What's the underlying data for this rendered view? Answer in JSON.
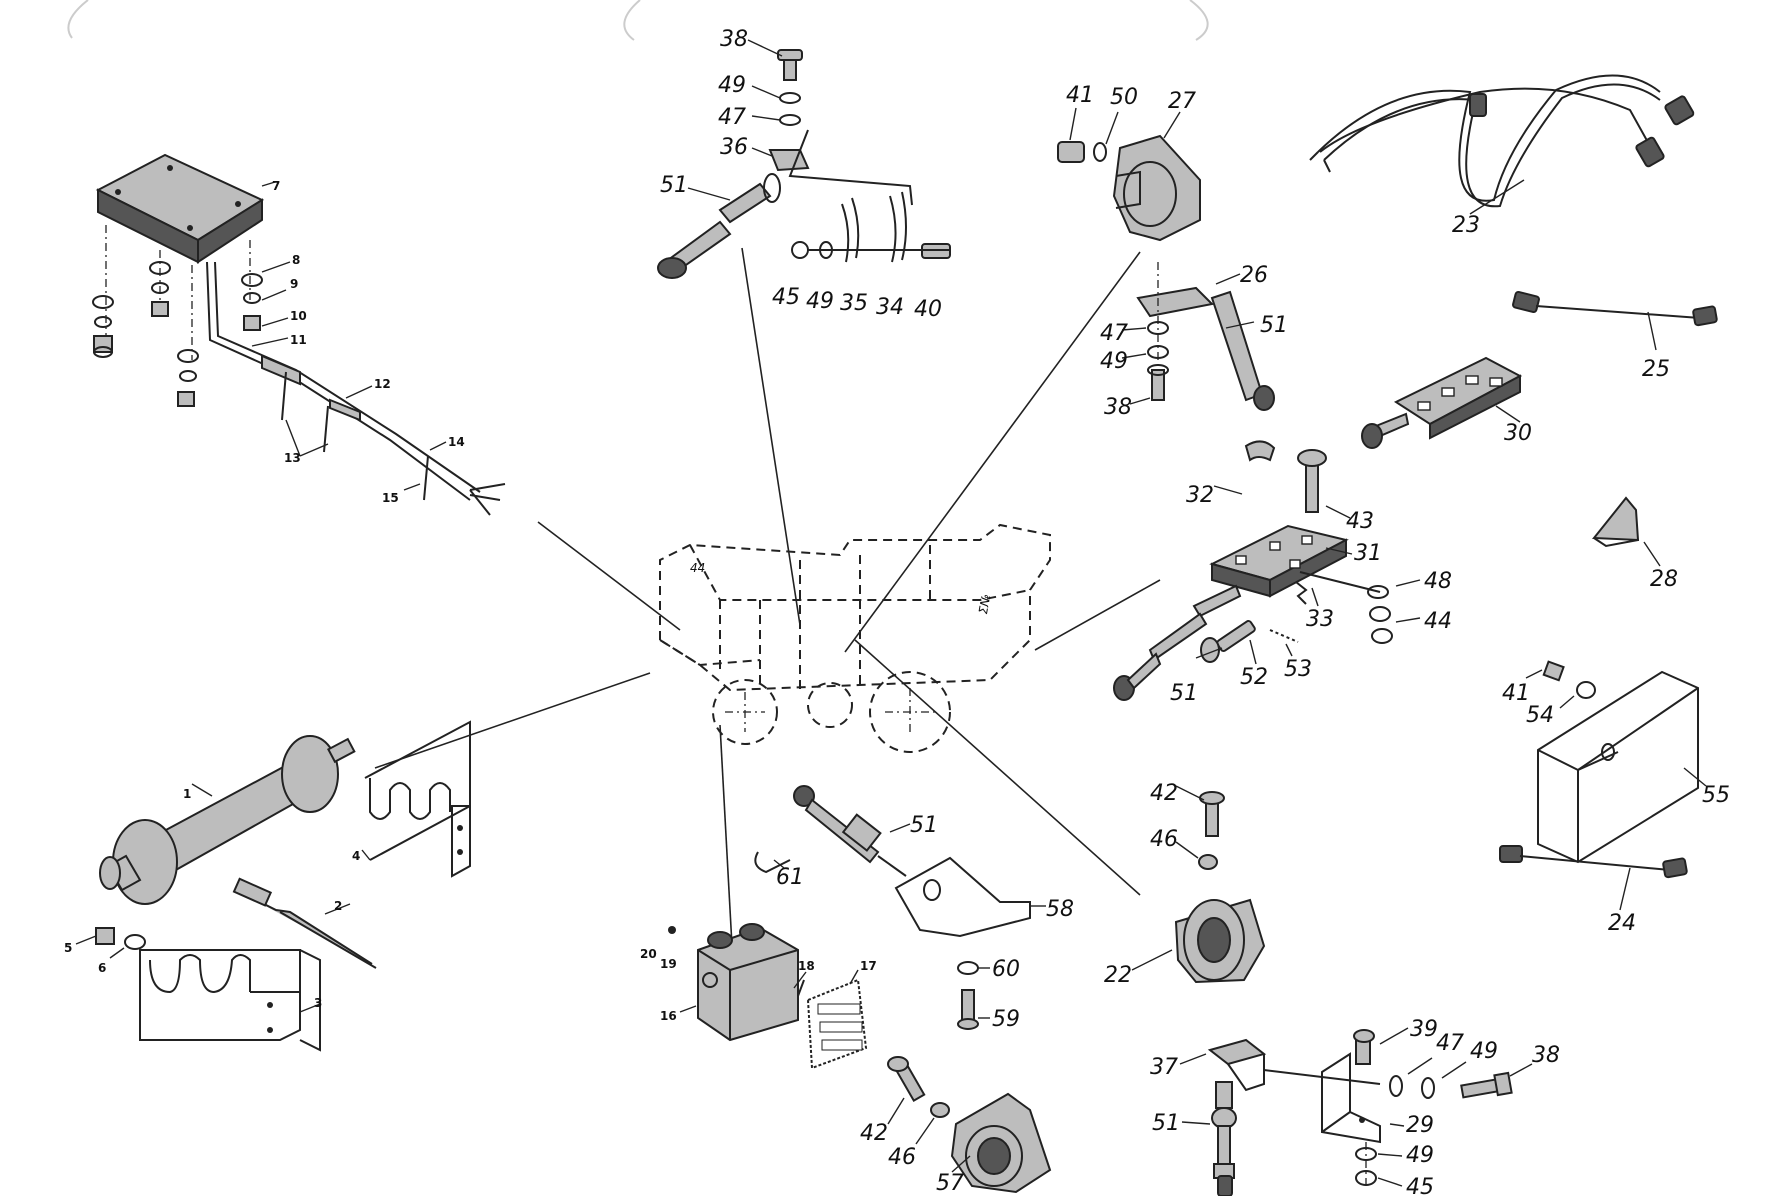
{
  "diagram": {
    "callouts": [
      {
        "id": "c1",
        "text": "1",
        "size": "small"
      },
      {
        "id": "c2",
        "text": "2",
        "size": "small"
      },
      {
        "id": "c3",
        "text": "3",
        "size": "small"
      },
      {
        "id": "c4",
        "text": "4",
        "size": "small"
      },
      {
        "id": "c5",
        "text": "5",
        "size": "small"
      },
      {
        "id": "c6",
        "text": "6",
        "size": "small"
      },
      {
        "id": "c7",
        "text": "7",
        "size": "small"
      },
      {
        "id": "c8",
        "text": "8",
        "size": "small"
      },
      {
        "id": "c9",
        "text": "9",
        "size": "small"
      },
      {
        "id": "c10",
        "text": "10",
        "size": "small"
      },
      {
        "id": "c11",
        "text": "11",
        "size": "small"
      },
      {
        "id": "c12",
        "text": "12",
        "size": "small"
      },
      {
        "id": "c13",
        "text": "13",
        "size": "small"
      },
      {
        "id": "c14",
        "text": "14",
        "size": "small"
      },
      {
        "id": "c15",
        "text": "15",
        "size": "small"
      },
      {
        "id": "c16",
        "text": "16",
        "size": "small"
      },
      {
        "id": "c17",
        "text": "17",
        "size": "small"
      },
      {
        "id": "c18",
        "text": "18",
        "size": "small"
      },
      {
        "id": "c19",
        "text": "19",
        "size": "small"
      },
      {
        "id": "c20",
        "text": "20",
        "size": "small"
      },
      {
        "id": "c38a",
        "text": "38",
        "size": "big"
      },
      {
        "id": "c49a",
        "text": "49",
        "size": "big"
      },
      {
        "id": "c47a",
        "text": "47",
        "size": "big"
      },
      {
        "id": "c36",
        "text": "36",
        "size": "big"
      },
      {
        "id": "c51a",
        "text": "51",
        "size": "big"
      },
      {
        "id": "c45a",
        "text": "45",
        "size": "big"
      },
      {
        "id": "c49b",
        "text": "49",
        "size": "big"
      },
      {
        "id": "c35",
        "text": "35",
        "size": "big"
      },
      {
        "id": "c34",
        "text": "34",
        "size": "big"
      },
      {
        "id": "c40",
        "text": "40",
        "size": "big"
      },
      {
        "id": "c41a",
        "text": "41",
        "size": "big"
      },
      {
        "id": "c50",
        "text": "50",
        "size": "big"
      },
      {
        "id": "c27",
        "text": "27",
        "size": "big"
      },
      {
        "id": "c26",
        "text": "26",
        "size": "big"
      },
      {
        "id": "c51b",
        "text": "51",
        "size": "big"
      },
      {
        "id": "c47b",
        "text": "47",
        "size": "big"
      },
      {
        "id": "c49c",
        "text": "49",
        "size": "big"
      },
      {
        "id": "c38b",
        "text": "38",
        "size": "big"
      },
      {
        "id": "c23",
        "text": "23",
        "size": "big"
      },
      {
        "id": "c25",
        "text": "25",
        "size": "big"
      },
      {
        "id": "c30",
        "text": "30",
        "size": "big"
      },
      {
        "id": "c32",
        "text": "32",
        "size": "big"
      },
      {
        "id": "c43",
        "text": "43",
        "size": "big"
      },
      {
        "id": "c31",
        "text": "31",
        "size": "big"
      },
      {
        "id": "c48",
        "text": "48",
        "size": "big"
      },
      {
        "id": "c33",
        "text": "33",
        "size": "big"
      },
      {
        "id": "c44",
        "text": "44",
        "size": "big"
      },
      {
        "id": "c51c",
        "text": "51",
        "size": "big"
      },
      {
        "id": "c52",
        "text": "52",
        "size": "big"
      },
      {
        "id": "c53",
        "text": "53",
        "size": "big"
      },
      {
        "id": "c28",
        "text": "28",
        "size": "big"
      },
      {
        "id": "c41b",
        "text": "41",
        "size": "big"
      },
      {
        "id": "c54",
        "text": "54",
        "size": "big"
      },
      {
        "id": "c55",
        "text": "55",
        "size": "big"
      },
      {
        "id": "c24",
        "text": "24",
        "size": "big"
      },
      {
        "id": "c42a",
        "text": "42",
        "size": "big"
      },
      {
        "id": "c46a",
        "text": "46",
        "size": "big"
      },
      {
        "id": "c22",
        "text": "22",
        "size": "big"
      },
      {
        "id": "c51d",
        "text": "51",
        "size": "big"
      },
      {
        "id": "c61",
        "text": "61",
        "size": "big"
      },
      {
        "id": "c58",
        "text": "58",
        "size": "big"
      },
      {
        "id": "c60",
        "text": "60",
        "size": "big"
      },
      {
        "id": "c59",
        "text": "59",
        "size": "big"
      },
      {
        "id": "c42b",
        "text": "42",
        "size": "big"
      },
      {
        "id": "c46b",
        "text": "46",
        "size": "big"
      },
      {
        "id": "c57",
        "text": "57",
        "size": "big"
      },
      {
        "id": "c37",
        "text": "37",
        "size": "big"
      },
      {
        "id": "c51e",
        "text": "51",
        "size": "big"
      },
      {
        "id": "c39",
        "text": "39",
        "size": "big"
      },
      {
        "id": "c47c",
        "text": "47",
        "size": "big"
      },
      {
        "id": "c49d",
        "text": "49",
        "size": "big"
      },
      {
        "id": "c38c",
        "text": "38",
        "size": "big"
      },
      {
        "id": "c29",
        "text": "29",
        "size": "big"
      },
      {
        "id": "c49e",
        "text": "49",
        "size": "big"
      },
      {
        "id": "c45b",
        "text": "45",
        "size": "big"
      }
    ],
    "cab_marks": [
      {
        "id": "cab1",
        "text": "44"
      },
      {
        "id": "cab2",
        "text": "Σ№"
      }
    ]
  }
}
